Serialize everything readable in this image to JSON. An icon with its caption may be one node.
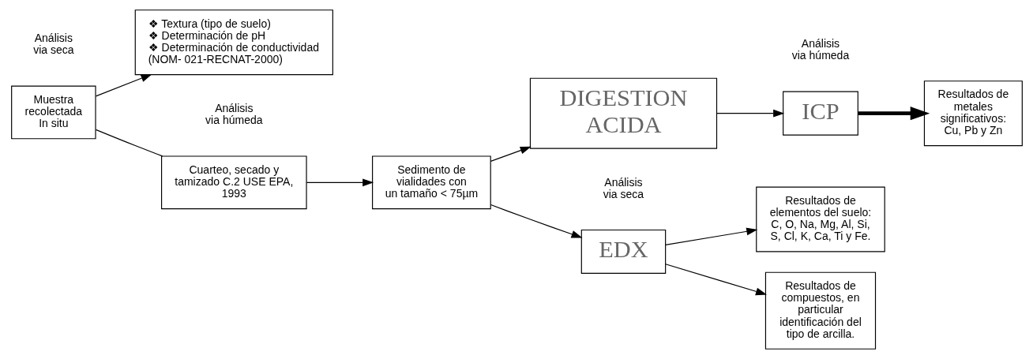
{
  "diagram": {
    "nodes": [
      {
        "text": [
          "Muestra recolectada In situ"
        ]
      },
      {
        "text": [
          "Cuarteo, secado y tamizado C.2 USE EPA, 1993"
        ]
      },
      {
        "text": [
          "Sedimento de vialidades con un tamaño < 75µm"
        ]
      },
      {
        "text": [
          "❖ Textura (tipo de suelo)",
          "❖ Determinación de pH",
          "❖ Determinación de conductividad",
          "(NOM- 021-RECNAT-2000)"
        ]
      },
      {
        "text": [
          "EDX"
        ]
      },
      {
        "text": [
          "DIGESTION ACIDA"
        ]
      },
      {
        "text": [
          "ICP"
        ]
      },
      {
        "text": [
          "Resultados de elementos del suelo: C, O, Na, Mg, Al, Si, S, Cl, K, Ca, Ti y Fe."
        ]
      },
      {
        "text": [
          "Resultados de compuestos, en particular identificación del tipo de arcilla."
        ]
      },
      {
        "text": [
          "Resultados de metales significativos: Cu, Pb y Zn"
        ]
      }
    ],
    "edges": [
      {
        "from": 0,
        "to": 1,
        "arrow": "none"
      },
      {
        "from": 0,
        "to": 3,
        "arrow": "to"
      },
      {
        "from": 1,
        "to": 2,
        "arrow": "to"
      },
      {
        "from": 2,
        "to": 4,
        "arrow": "to"
      },
      {
        "from": 2,
        "to": 5,
        "arrow": "to"
      },
      {
        "from": 4,
        "to": 7,
        "arrow": "to"
      },
      {
        "from": 4,
        "to": 8,
        "arrow": "to"
      },
      {
        "from": 5,
        "to": 6,
        "arrow": "to"
      },
      {
        "from": 6,
        "to": 9,
        "arrow": "to",
        "style": "thick"
      }
    ],
    "labels": [
      "Análisis via seca",
      "Análisis via seca",
      "Análisis via húmeda",
      "Análisis via húmeda"
    ]
  }
}
